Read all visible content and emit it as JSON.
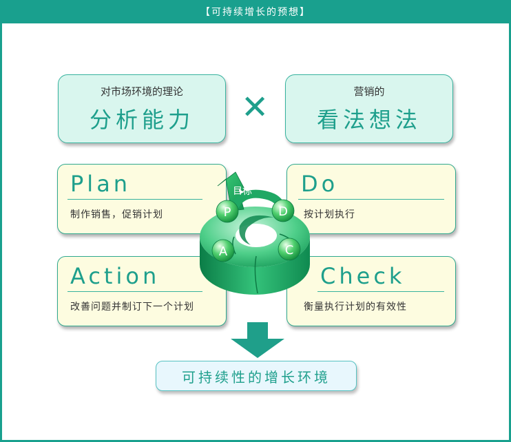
{
  "header": {
    "title": "【可持续增长的预想】"
  },
  "top_left": {
    "small": "对市场环境的理论",
    "big": "分析能力"
  },
  "top_right": {
    "small": "营销的",
    "big": "看法想法"
  },
  "operator": "✕",
  "plan": {
    "title": "Plan",
    "desc": "制作销售，促销计划"
  },
  "do": {
    "title": "Do",
    "desc": "按计划执行"
  },
  "action": {
    "title": "Action",
    "desc": "改善问题并制订下一个计划"
  },
  "check": {
    "title": "Check",
    "desc": "衡量执行计划的有效性"
  },
  "cycle": {
    "goal": "目标",
    "p": "P",
    "d": "D",
    "a": "A",
    "c": "C"
  },
  "result": {
    "label": "可持续性的增长环境"
  },
  "colors": {
    "accent": "#19a08e",
    "box_green": "#d9f6ee",
    "box_yellow": "#fdfce0",
    "result_bg": "#e8f7fd"
  }
}
